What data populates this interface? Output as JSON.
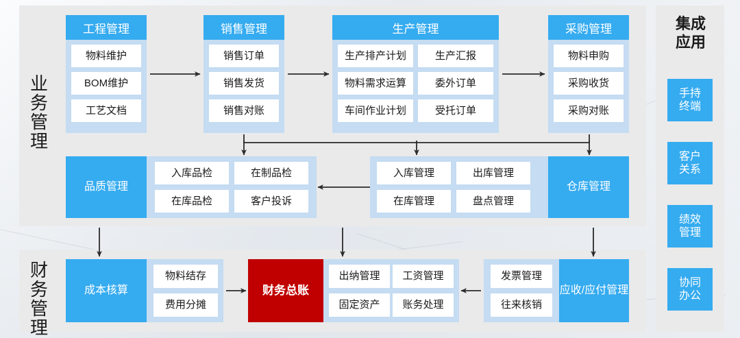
{
  "diagram": {
    "title_vertical_sections": {
      "business": "业务管理",
      "finance": "财务管理",
      "integration": "集成应用"
    },
    "colors": {
      "accent_blue": "#35abf0",
      "card_body_blue": "#c5dcf2",
      "panel_gray": "#eaeaea",
      "ledger_red": "#c00000",
      "tile_white": "#ffffff",
      "text_dark": "#1a1a1a"
    },
    "business": {
      "label_chars": [
        "业",
        "务",
        "管",
        "理"
      ],
      "modules": [
        {
          "header": "工程管理",
          "tiles": [
            "物料维护",
            "BOM维护",
            "工艺文档"
          ]
        },
        {
          "header": "销售管理",
          "tiles": [
            "销售订单",
            "销售发货",
            "销售对账"
          ]
        },
        {
          "header": "生产管理",
          "tiles": [
            "生产排产计划",
            "生产汇报",
            "物料需求运算",
            "委外订单",
            "车间作业计划",
            "受托订单"
          ]
        },
        {
          "header": "采购管理",
          "tiles": [
            "物料申购",
            "采购收货",
            "采购对账"
          ]
        }
      ],
      "quality": {
        "side_label": "品质管理",
        "tiles": [
          "入库品检",
          "在制品检",
          "在库品检",
          "客户投诉"
        ]
      },
      "warehouse": {
        "side_label": "仓库管理",
        "tiles": [
          "入库管理",
          "出库管理",
          "在库管理",
          "盘点管理"
        ]
      }
    },
    "finance": {
      "label_chars": [
        "财",
        "务",
        "管",
        "理"
      ],
      "cost": {
        "side_label": "成本核算",
        "tiles": [
          "物料结存",
          "费用分摊"
        ]
      },
      "ledger": {
        "side_label": "财务总账",
        "tiles": [
          "出纳管理",
          "工资管理",
          "固定资产",
          "账务处理"
        ]
      },
      "receivable": {
        "side_label": "应收/应付管理",
        "tiles": [
          "发票管理",
          "往来核销"
        ]
      }
    },
    "integration": {
      "label_chars": [
        "集成",
        "应用"
      ],
      "apps": [
        {
          "line1": "手持",
          "line2": "终端"
        },
        {
          "line1": "客户",
          "line2": "关系"
        },
        {
          "line1": "绩效",
          "line2": "管理"
        },
        {
          "line1": "协同",
          "line2": "办公"
        }
      ]
    }
  }
}
